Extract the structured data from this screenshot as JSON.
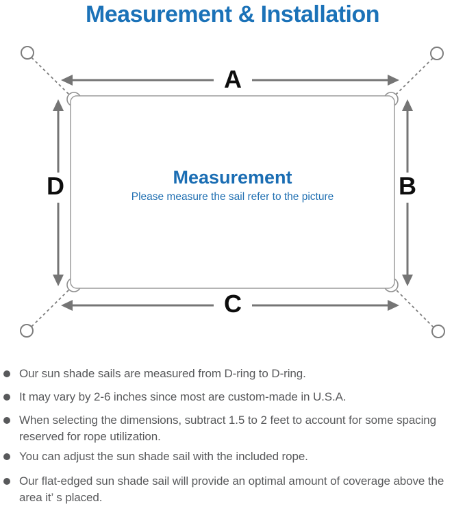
{
  "title": "Measurement & Installation",
  "diagram": {
    "labels": {
      "top": "A",
      "right": "B",
      "bottom": "C",
      "left": "D"
    },
    "center_title": "Measurement",
    "center_subtitle": "Please measure the sail refer to the picture",
    "icons": [
      "anchor-ring-icon",
      "d-ring-icon",
      "dimension-arrow-icon"
    ]
  },
  "notes": [
    "Our sun shade sails are measured from D-ring to D-ring.",
    "It may vary by 2-6 inches since most are custom-made in U.S.A.",
    "When selecting the dimensions, subtract 1.5 to 2 feet to account for some spacing reserved for rope utilization.",
    "You can adjust the sun shade sail with the included rope.",
    "Our flat-edged sun shade sail will provide an optimal amount of coverage above the area it’ s placed."
  ],
  "colors": {
    "title_blue": "#1b72b8",
    "center_blue": "#1a6db3",
    "subtitle_blue": "#2170b2",
    "arrow_gray": "#757575",
    "outline_gray": "#9b9b9b",
    "anchor_gray": "#7d7d7d",
    "note_text_gray": "#58595b",
    "label_black": "#0d0d0d"
  }
}
